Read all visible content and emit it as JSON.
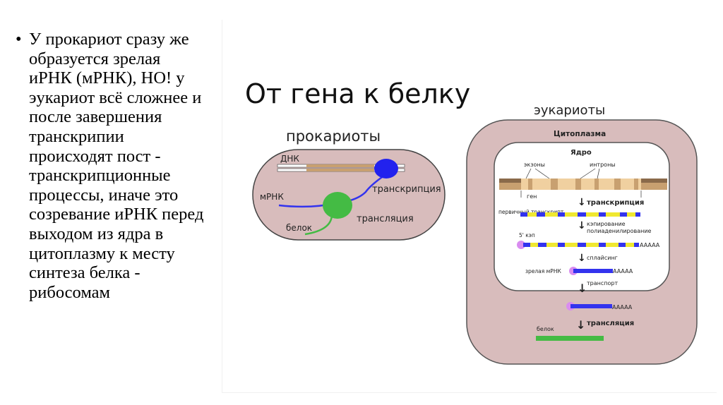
{
  "slide": {
    "bullet": "•",
    "text_lines": [
      "У прокариот сразу же",
      "образуется зрелая",
      "иРНК (мРНК), НО! у",
      "эукариот всё сложнее и",
      "после завершения",
      "транскрипии",
      "происходят пост -",
      "транскрипционные",
      "процессы, иначе это",
      "созревание иРНК перед",
      "выходом из ядра в",
      "цитоплазму к месту",
      "синтеза белка -",
      "рибосомам"
    ]
  },
  "figure": {
    "title": "От гена к белку",
    "prokaryotes": {
      "heading": "прокариоты",
      "dna": "ДНК",
      "mrna": "мРНК",
      "transcription": "транскрипция",
      "protein": "белок",
      "translation": "трансляция"
    },
    "eukaryotes": {
      "heading": "эукариоты",
      "cytoplasm": "Цитоплазма",
      "nucleus": "Ядро",
      "exons": "экзоны",
      "introns": "интроны",
      "gene": "ген",
      "transcription": "транскрипция",
      "primary_transcript": "первичный транскрипт",
      "capping_1": "кэпирование",
      "capping_2": "полиаденилирование",
      "cap_5": "5' кэп",
      "poly_a": "AAAAA",
      "splicing": "сплайсинг",
      "mature_mrna": "зрелая мРНК",
      "transport": "транспорт",
      "protein": "белок",
      "translation": "трансляция",
      "arrow": "↓"
    },
    "colors": {
      "cell_fill": "#d8bcbc",
      "cell_stroke": "#555555",
      "blue": "#3333ee",
      "green": "#44bb44",
      "yellow": "#f0e830",
      "purple": "#d98cf0",
      "dna_tan": "#c8a070",
      "dna_light": "#f0d0a0"
    }
  }
}
